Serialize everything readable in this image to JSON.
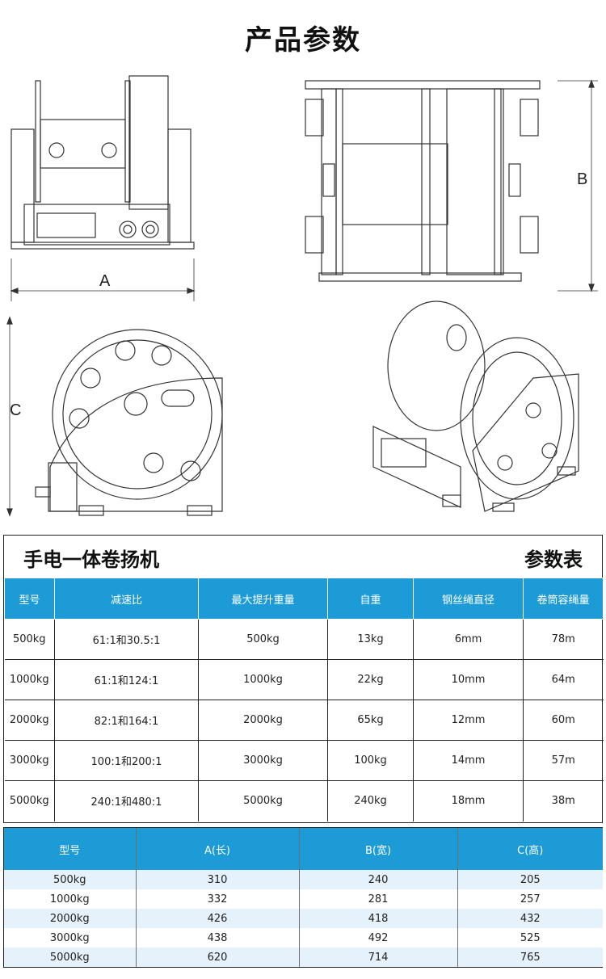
{
  "page": {
    "title": "产品参数"
  },
  "drawings": {
    "label_a": "A",
    "label_b": "B",
    "label_c": "C"
  },
  "spec": {
    "product_name": "手电一体卷扬机",
    "table_tag": "参数表",
    "headers": [
      "型号",
      "减速比",
      "最大提升重量",
      "自重",
      "钢丝绳直径",
      "卷筒容绳量"
    ],
    "rows": [
      [
        "500kg",
        "61:1和30.5:1",
        "500kg",
        "13kg",
        "6mm",
        "78m"
      ],
      [
        "1000kg",
        "61:1和124:1",
        "1000kg",
        "22kg",
        "10mm",
        "64m"
      ],
      [
        "2000kg",
        "82:1和164:1",
        "2000kg",
        "65kg",
        "12mm",
        "60m"
      ],
      [
        "3000kg",
        "100:1和200:1",
        "3000kg",
        "100kg",
        "14mm",
        "57m"
      ],
      [
        "5000kg",
        "240:1和480:1",
        "5000kg",
        "240kg",
        "18mm",
        "38m"
      ]
    ]
  },
  "dimensions": {
    "headers": [
      "型号",
      "A(长)",
      "B(宽)",
      "C(高)"
    ],
    "rows": [
      [
        "500kg",
        "310",
        "240",
        "205"
      ],
      [
        "1000kg",
        "332",
        "281",
        "257"
      ],
      [
        "2000kg",
        "426",
        "418",
        "432"
      ],
      [
        "3000kg",
        "438",
        "492",
        "525"
      ],
      [
        "5000kg",
        "620",
        "714",
        "765"
      ]
    ]
  },
  "colors": {
    "header_blue": "#1d9bd7",
    "row_alt": "#e6f2fb"
  }
}
